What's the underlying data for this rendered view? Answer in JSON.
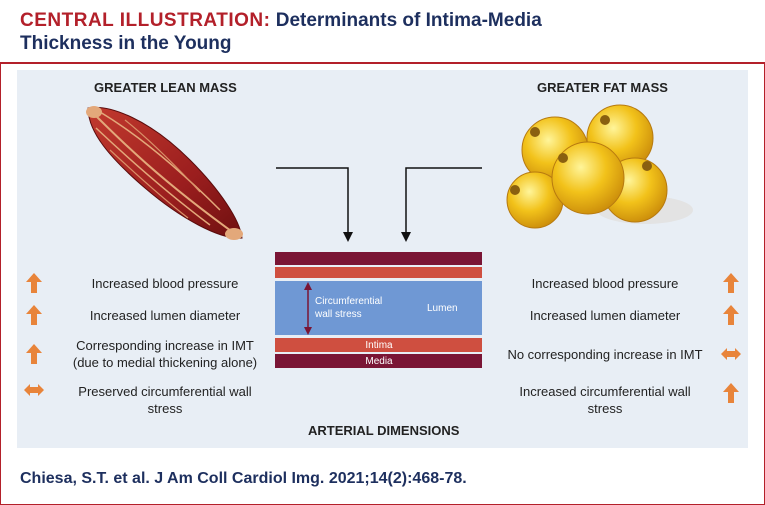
{
  "title": {
    "prefix": "CENTRAL ILLUSTRATION:",
    "line1": "Determinants of Intima-Media",
    "line2": "Thickness in the Young"
  },
  "left": {
    "heading": "GREATER LEAN  MASS",
    "rows": [
      {
        "text": "Increased blood pressure",
        "icon": "up-arrow-icon"
      },
      {
        "text": "Increased lumen diameter",
        "icon": "up-arrow-icon"
      },
      {
        "text": "Corresponding increase in IMT",
        "text2": "(due to medial thickening alone)",
        "icon": "up-arrow-icon"
      },
      {
        "text": "Preserved circumferential wall",
        "text2": "stress",
        "icon": "double-arrow-icon"
      }
    ]
  },
  "right": {
    "heading": "GREATER FAT MASS",
    "rows": [
      {
        "text": "Increased blood pressure",
        "icon": "up-arrow-icon"
      },
      {
        "text": "Increased lumen diameter",
        "icon": "up-arrow-icon"
      },
      {
        "text": "No corresponding increase in IMT",
        "icon": "double-arrow-icon"
      },
      {
        "text": "Increased circumferential wall",
        "text2": "stress",
        "icon": "up-arrow-icon"
      }
    ]
  },
  "artery": {
    "circumferential": "Circumferential",
    "wall_stress": "wall stress",
    "lumen": "Lumen",
    "intima": "Intima",
    "media": "Media",
    "caption": "ARTERIAL DIMENSIONS"
  },
  "citation": "Chiesa, S.T. et al. J Am Coll Cardiol Img. 2021;14(2):468-78.",
  "colors": {
    "brand_red": "#b3202a",
    "title_navy": "#1d2f5e",
    "panel": "#e8eef5",
    "arrow_orange": "#e8843a",
    "media": "#7a1535",
    "intima": "#cf4f40",
    "lumen": "#6f98d4",
    "muscle": "#9b1e1e",
    "fat": "#f2c21a"
  }
}
